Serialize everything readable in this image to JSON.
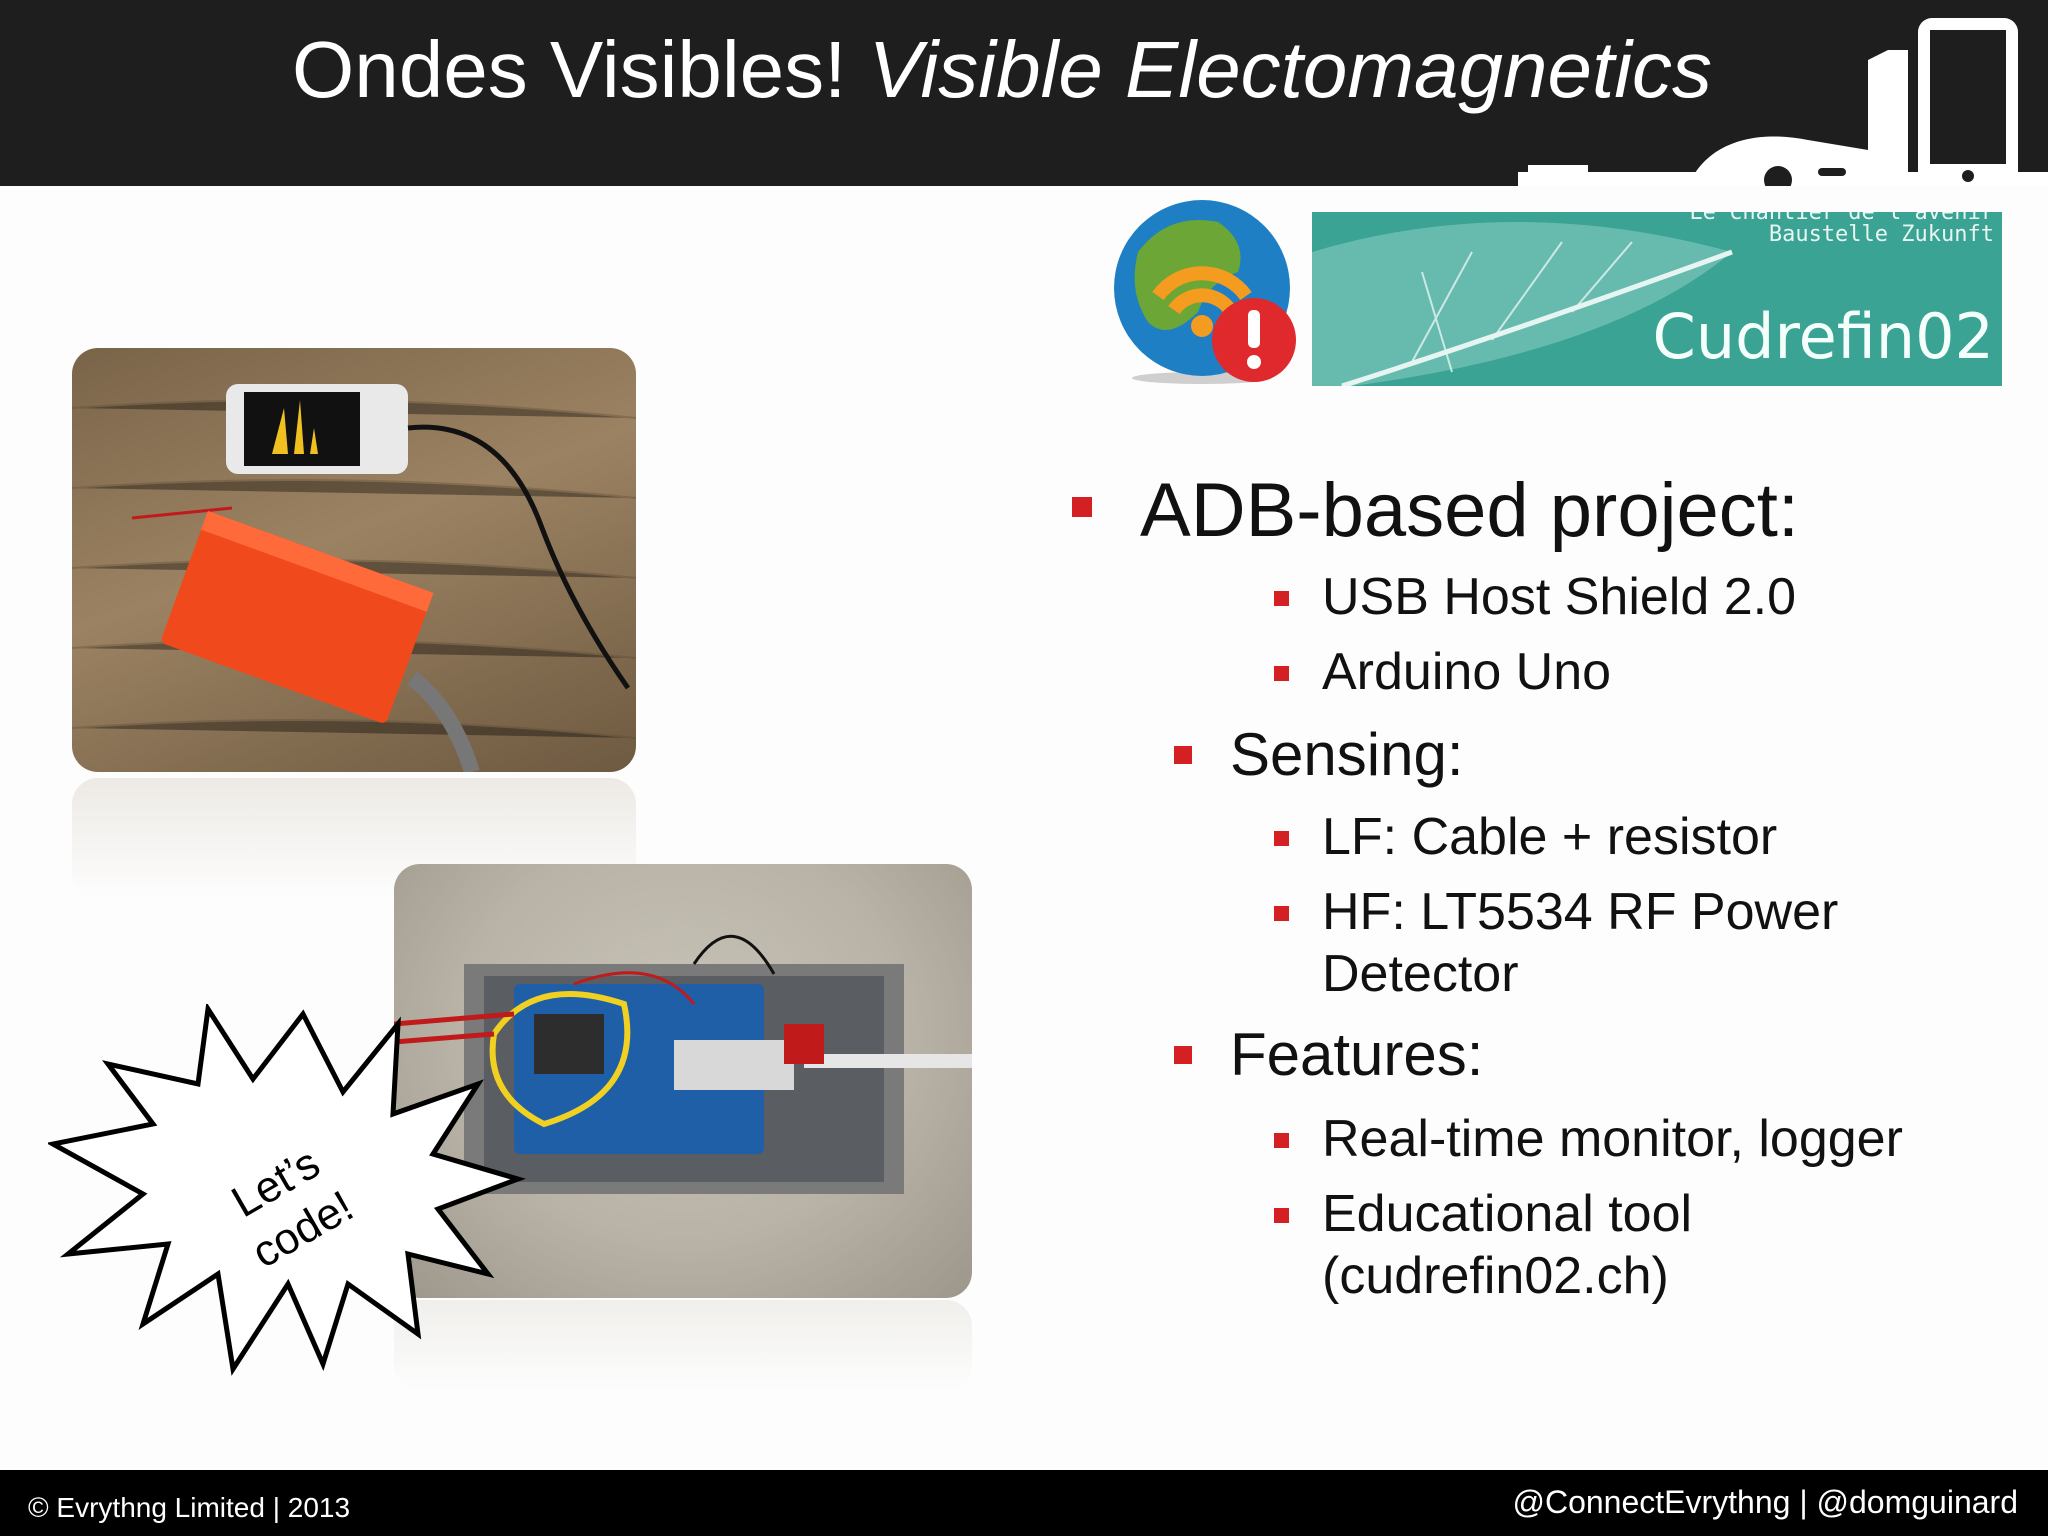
{
  "header": {
    "title_main": "Ondes Visibles!",
    "title_italic": "Visible Electomagnetics"
  },
  "logos": {
    "leaf_line1": "Le chantier de l'avenir",
    "leaf_line2": "Baustelle Zukunft",
    "leaf_brand": "Cudrefin02"
  },
  "bullets": {
    "adb": "ADB-based project:",
    "usb": "USB Host Shield 2.0",
    "uno": "Arduino Uno",
    "sensing": "Sensing:",
    "lf": "LF: Cable + resistor",
    "hf1": "HF: LT5534 RF Power",
    "hf2": "Detector",
    "features": "Features:",
    "realtime": "Real-time monitor, logger",
    "edu1": "Educational tool",
    "edu2": "(cudrefin02.ch)"
  },
  "callout": {
    "line1": "Let’s",
    "line2": "code!"
  },
  "footer": {
    "left": "© Evrythng Limited | 2013",
    "right": "@ConnectEvrythng | @domguinard"
  },
  "colors": {
    "header_bg": "#1e1e1e",
    "bullet_red": "#d52023",
    "leaf_teal": "#3aa394"
  }
}
